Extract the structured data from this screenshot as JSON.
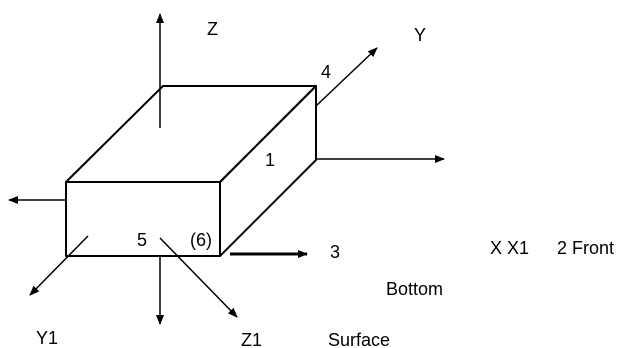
{
  "labels": {
    "z": "Z",
    "y": "Y",
    "y1": "Y1",
    "z1": "Z1",
    "face_1": "1",
    "face_3": "3",
    "face_4": "4",
    "face_5": "5",
    "face_6": "(6)",
    "x_x1": "X X1",
    "face_2_front": "2 Front",
    "bottom": "Bottom",
    "surface": "Surface"
  }
}
